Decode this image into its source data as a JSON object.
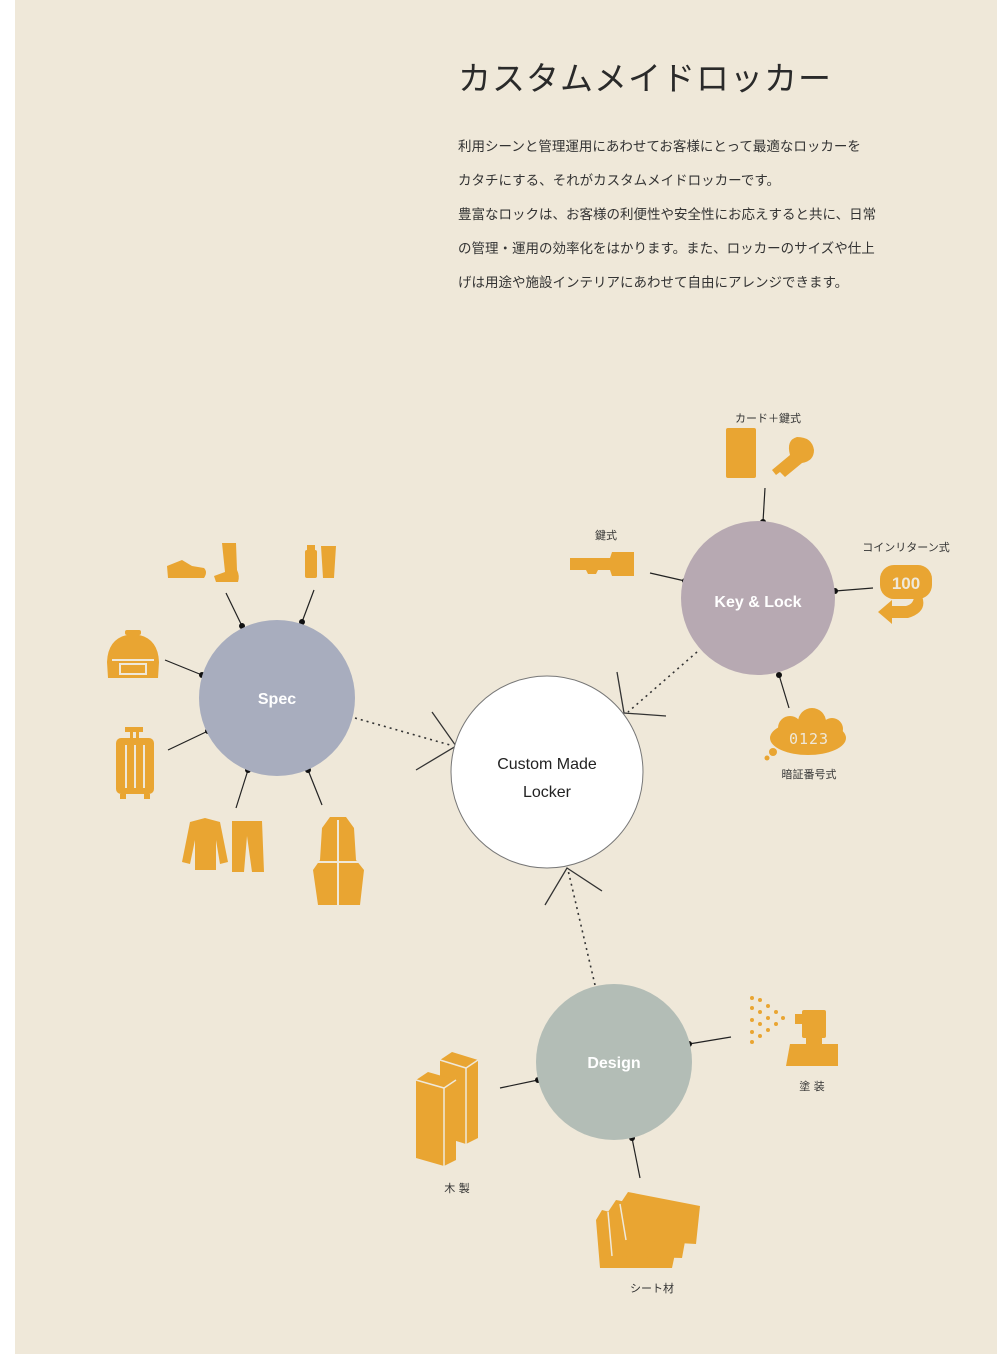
{
  "title": "カスタムメイドロッカー",
  "description": [
    "利用シーンと管理運用にあわせてお客様にとって最適なロッカーを",
    "カタチにする、それがカスタムメイドロッカーです。",
    "豊富なロックは、お客様の利便性や安全性にお応えすると共に、日常",
    "の管理・運用の効率化をはかります。また、ロッカーのサイズや仕上",
    "げは用途や施設インテリアにあわせて自由にアレンジできます。"
  ],
  "diagram": {
    "center": {
      "line1": "Custom Made",
      "line2": "Locker"
    },
    "spec": {
      "label": "Spec",
      "color": "#a8adbe"
    },
    "key_lock": {
      "label": "Key & Lock",
      "color": "#b7a9b2"
    },
    "design": {
      "label": "Design",
      "color": "#b3bdb6"
    },
    "key_items": {
      "card_key": "カード＋鍵式",
      "key": "鍵式",
      "coin_return": "コインリターン式",
      "code": "暗証番号式",
      "coin_value": "100",
      "code_value": "0123"
    },
    "design_items": {
      "paint": "塗 装",
      "wood": "木 製",
      "sheet": "シート材"
    },
    "accent_color": "#e9a532"
  }
}
